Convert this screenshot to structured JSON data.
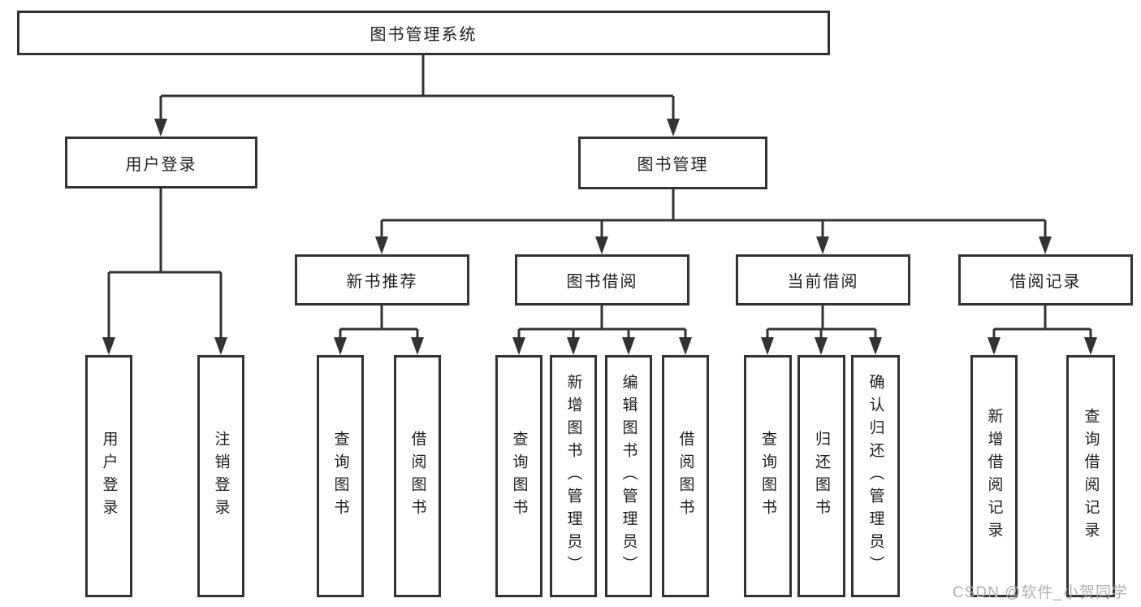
{
  "tree": {
    "root": {
      "label": "图书管理系统"
    },
    "branches": [
      {
        "label": "用户登录",
        "children": [
          {
            "label": "用户登录"
          },
          {
            "label": "注销登录"
          }
        ]
      },
      {
        "label": "图书管理",
        "children": [
          {
            "label": "新书推荐",
            "children": [
              {
                "label": "查询图书"
              },
              {
                "label": "借阅图书"
              }
            ]
          },
          {
            "label": "图书借阅",
            "children": [
              {
                "label": "查询图书"
              },
              {
                "label": "新增图书（管理员）"
              },
              {
                "label": "编辑图书（管理员）"
              },
              {
                "label": "借阅图书"
              }
            ]
          },
          {
            "label": "当前借阅",
            "children": [
              {
                "label": "查询图书"
              },
              {
                "label": "归还图书"
              },
              {
                "label": "确认归还（管理员）"
              }
            ]
          },
          {
            "label": "借阅记录",
            "children": [
              {
                "label": "新增借阅记录"
              },
              {
                "label": "查询借阅记录"
              }
            ]
          }
        ]
      }
    ]
  },
  "watermark": {
    "text": "CSDN @软件_小贺同学"
  },
  "colors": {
    "line": "#333333",
    "text": "#1e1e1e",
    "watermark": "#b0b0b0",
    "background": "#ffffff"
  }
}
